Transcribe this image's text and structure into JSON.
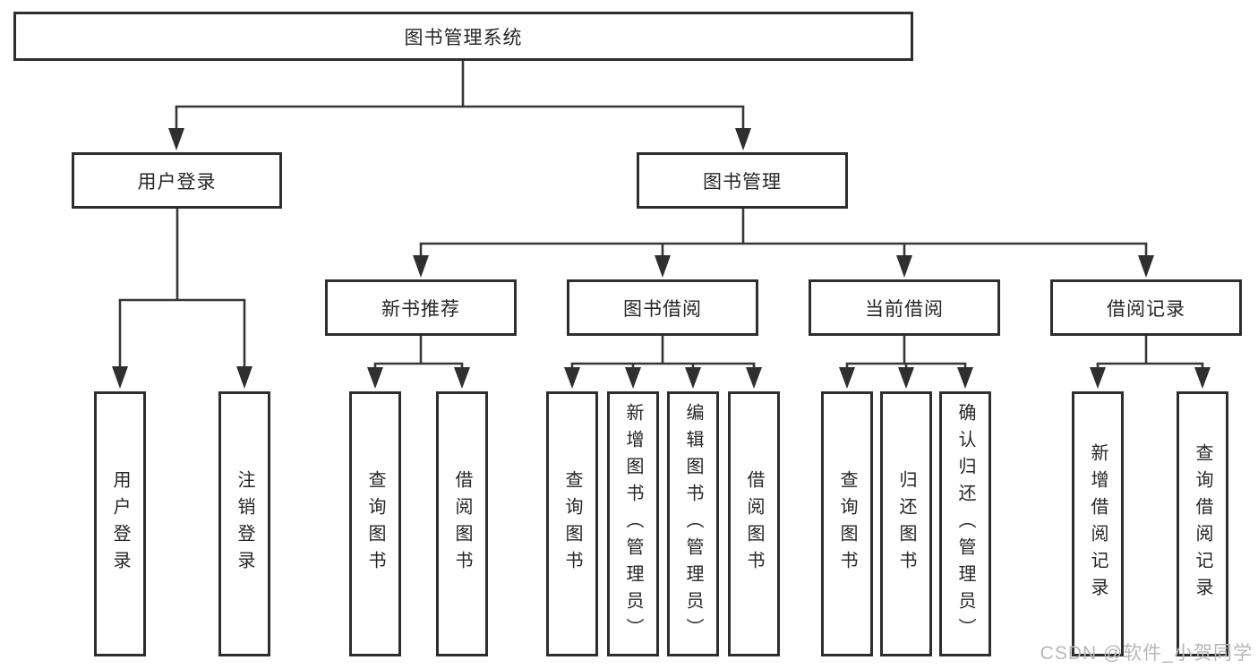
{
  "tree": {
    "root": "图书管理系统",
    "user_login": {
      "label": "用户登录",
      "children": [
        "用户登录",
        "注销登录"
      ]
    },
    "book_mgmt": {
      "label": "图书管理",
      "sections": [
        {
          "label": "新书推荐",
          "children": [
            "查询图书",
            "借阅图书"
          ]
        },
        {
          "label": "图书借阅",
          "children": [
            "查询图书",
            "新增图书（管理员）",
            "编辑图书（管理员）",
            "借阅图书"
          ]
        },
        {
          "label": "当前借阅",
          "children": [
            "查询图书",
            "归还图书",
            "确认归还（管理员）"
          ]
        },
        {
          "label": "借阅记录",
          "children": [
            "新增借阅记录",
            "查询借阅记录"
          ]
        }
      ]
    }
  },
  "watermark": "CSDN @软件_小贺同学",
  "colors": {
    "line": "#373737",
    "border": "#2e2e2e",
    "text": "#262626",
    "watermark": "#b7b7b7"
  }
}
